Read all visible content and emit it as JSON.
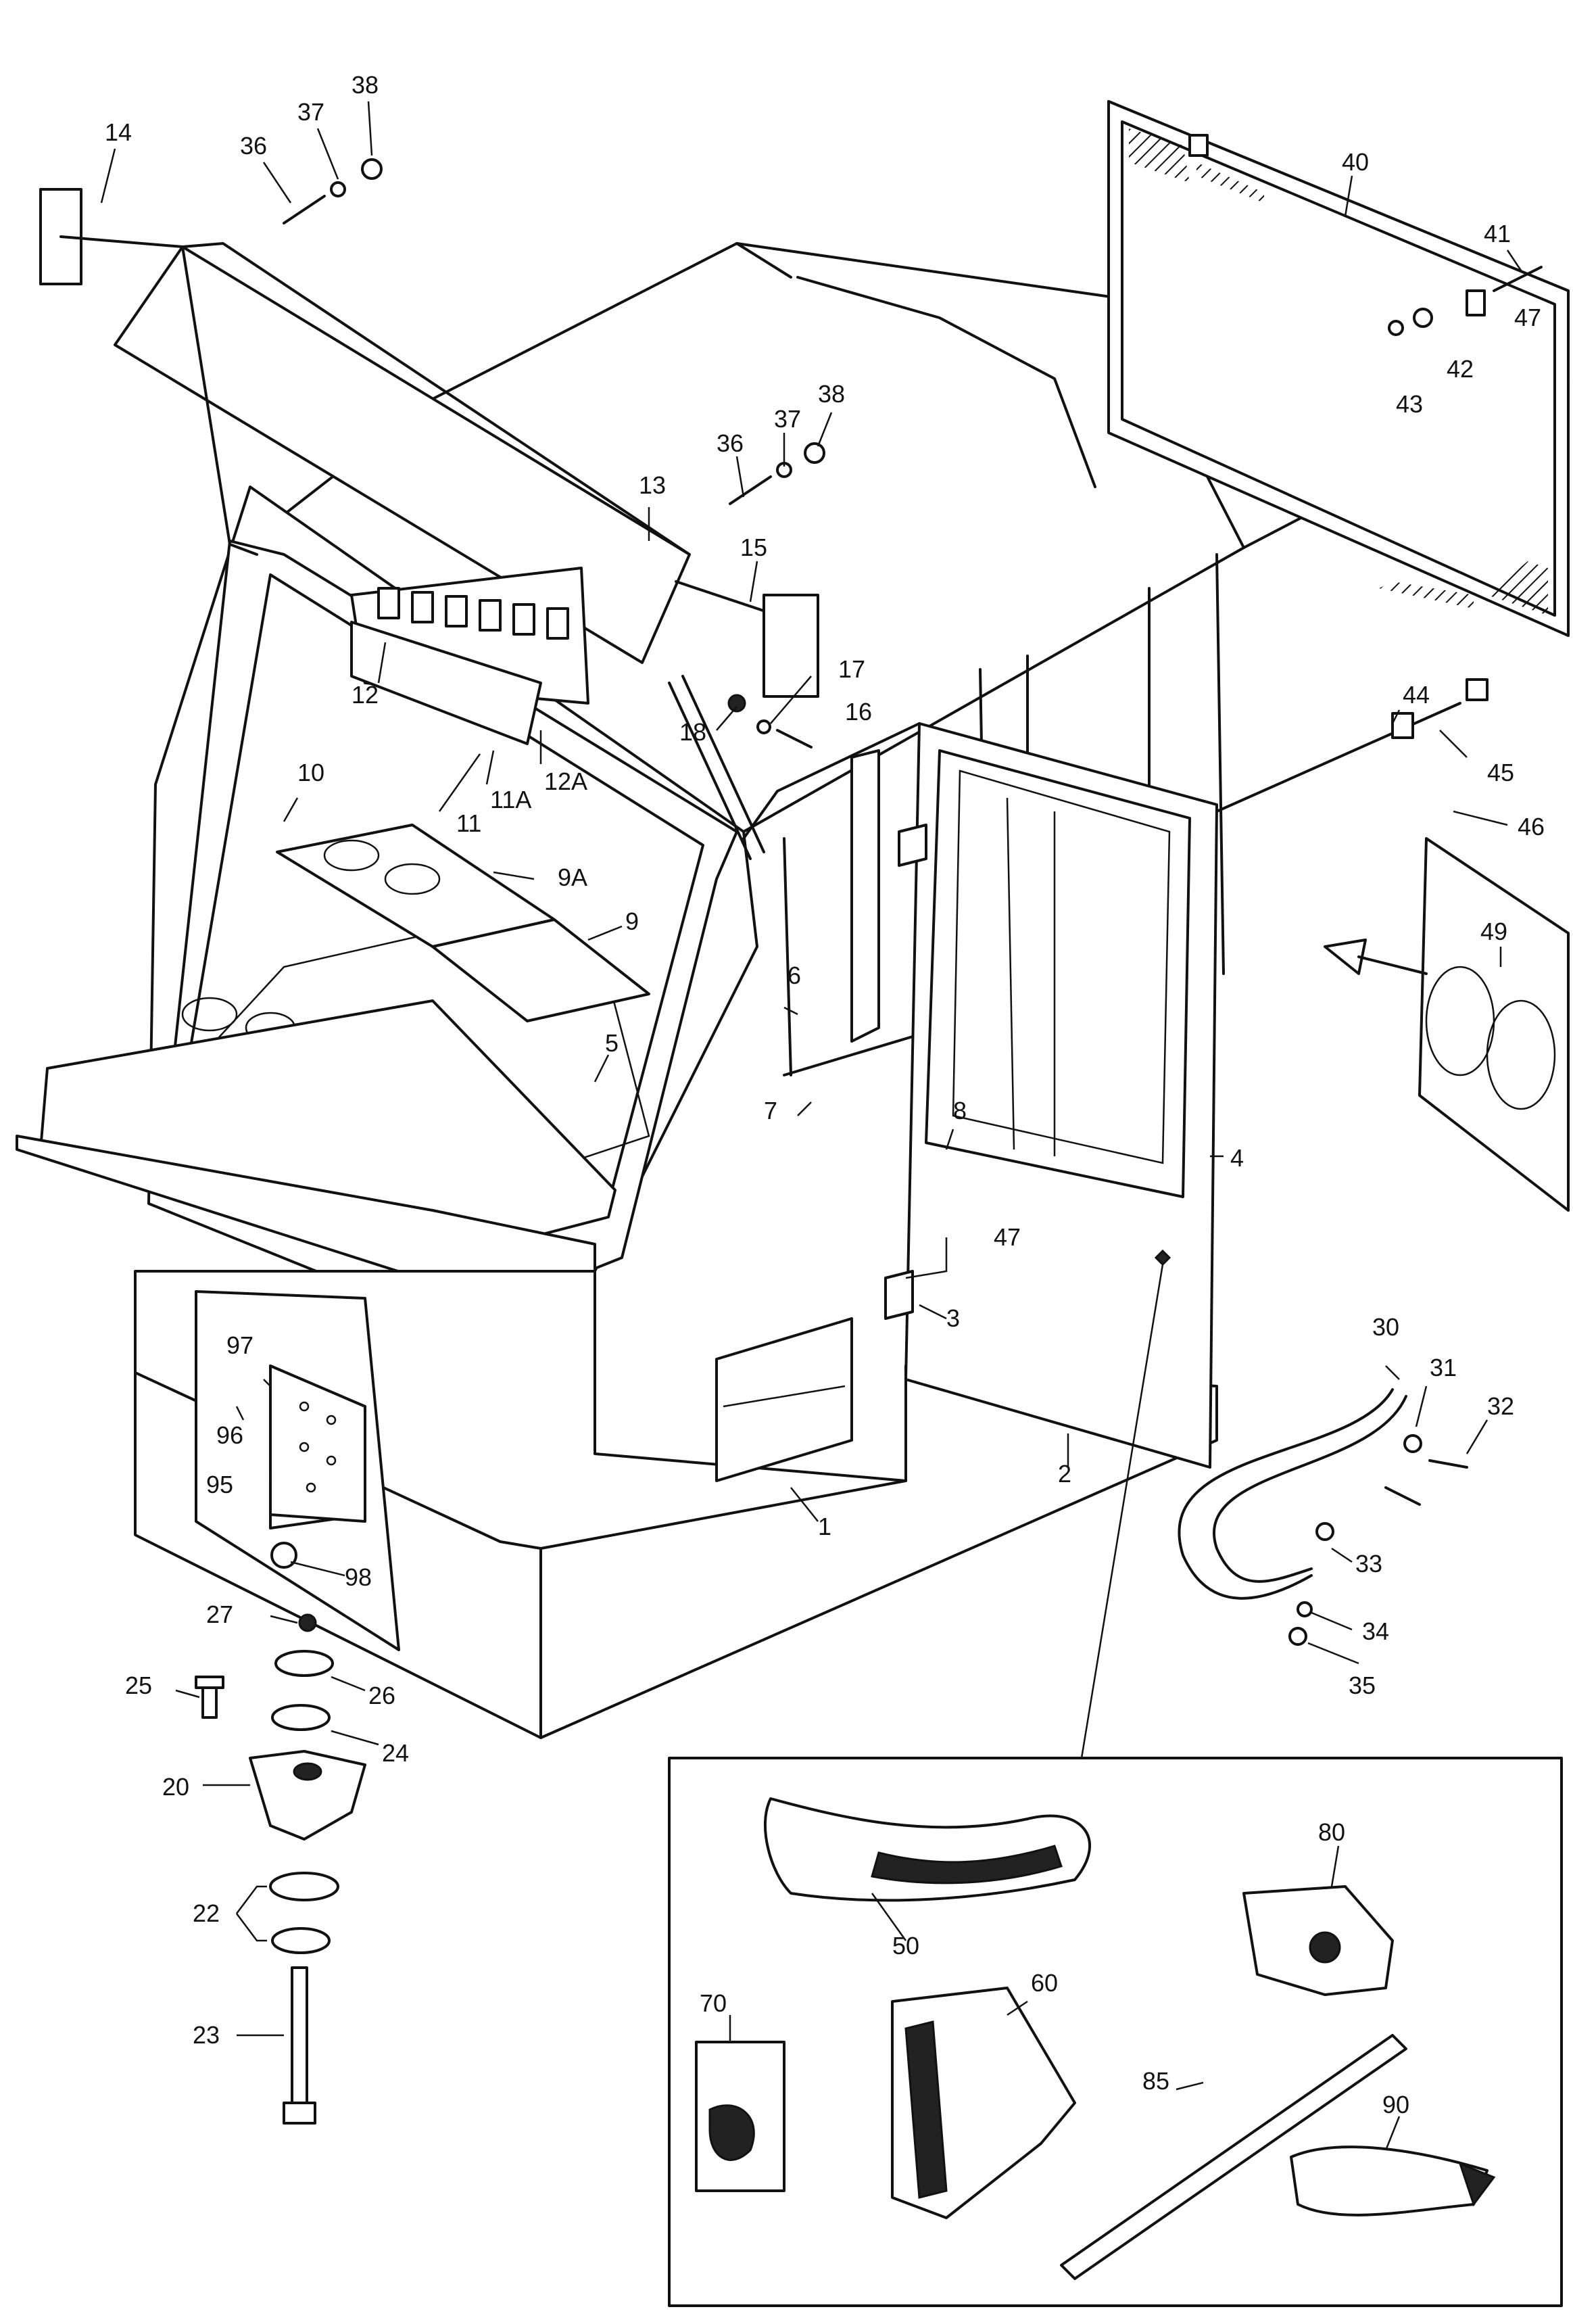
{
  "callouts": {
    "c14": "14",
    "c36a": "36",
    "c37a": "37",
    "c38a": "38",
    "c40": "40",
    "c41": "41",
    "c47a": "47",
    "c42": "42",
    "c43": "43",
    "c36b": "36",
    "c37b": "37",
    "c38b": "38",
    "c13": "13",
    "c15": "15",
    "c17": "17",
    "c16": "16",
    "c18": "18",
    "c12": "12",
    "c12A": "12A",
    "c11A": "11A",
    "c11": "11",
    "c10": "10",
    "c9A": "9A",
    "c9": "9",
    "c44": "44",
    "c45": "45",
    "c46": "46",
    "c49": "49",
    "c6": "6",
    "c5": "5",
    "c7": "7",
    "c8": "8",
    "c4": "4",
    "c47b": "47",
    "c3": "3",
    "c2": "2",
    "c1": "1",
    "c97": "97",
    "c96": "96",
    "c95": "95",
    "c98": "98",
    "c30": "30",
    "c31": "31",
    "c32": "32",
    "c33": "33",
    "c34": "34",
    "c35": "35",
    "c27": "27",
    "c26": "26",
    "c25": "25",
    "c24": "24",
    "c20": "20",
    "c22": "22",
    "c23": "23",
    "c50": "50",
    "c80": "80",
    "c70": "70",
    "c60": "60",
    "c85": "85",
    "c90": "90"
  }
}
